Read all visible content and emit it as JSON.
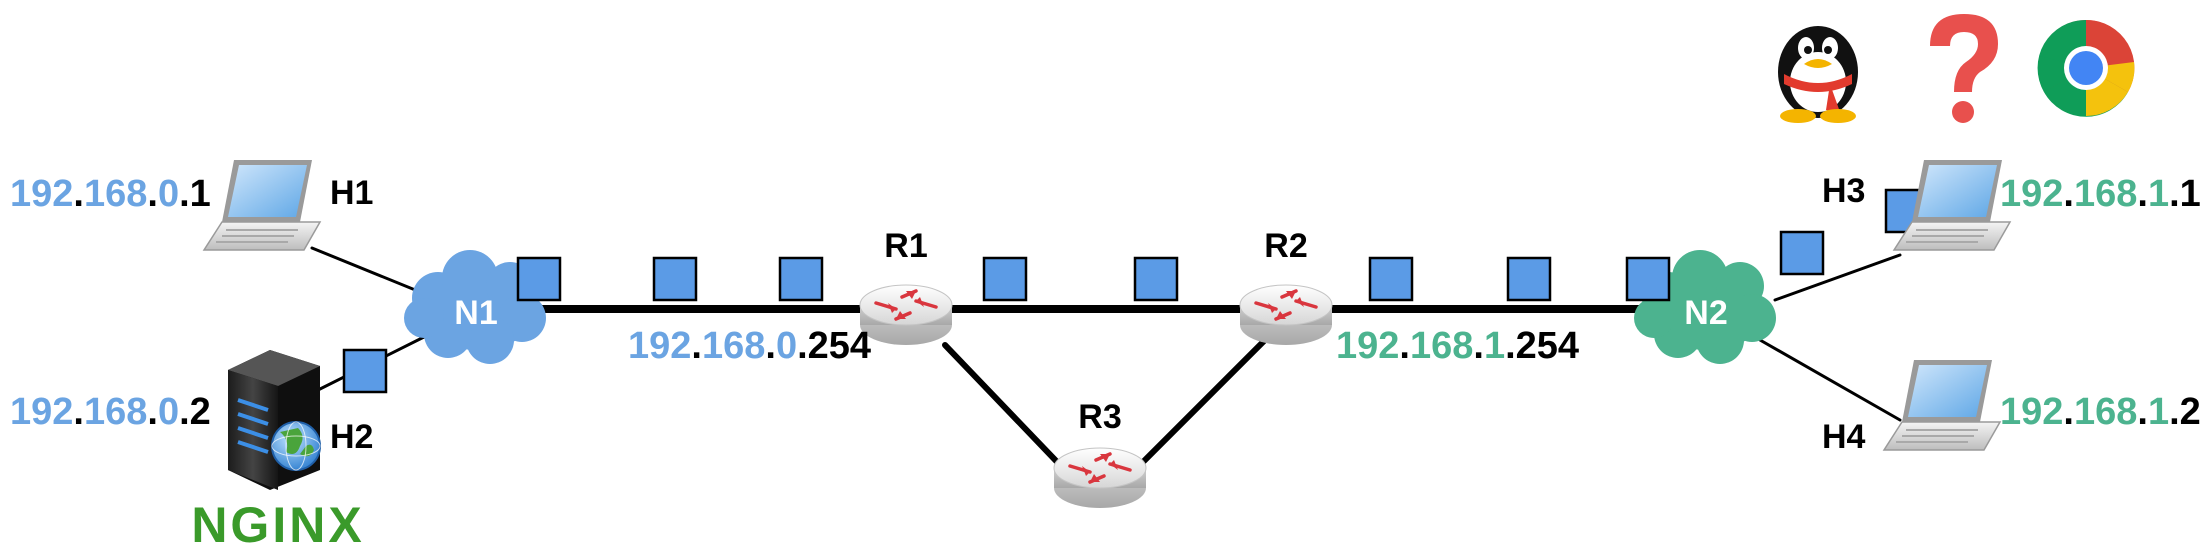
{
  "colors": {
    "net1": "#6ba4e2",
    "net2": "#4cb38f",
    "packet": "#5b9be6",
    "link": "#000000",
    "nginx": "#3a9a2a",
    "help": "#e8504d"
  },
  "hosts": {
    "h1": {
      "label": "H1",
      "ip": [
        "192",
        "168",
        "0",
        "1"
      ]
    },
    "h2": {
      "label": "H2",
      "ip": [
        "192",
        "168",
        "0",
        "2"
      ]
    },
    "h3": {
      "label": "H3",
      "ip": [
        "192",
        "168",
        "1",
        "1"
      ]
    },
    "h4": {
      "label": "H4",
      "ip": [
        "192",
        "168",
        "1",
        "2"
      ]
    }
  },
  "networks": {
    "n1": {
      "label": "N1"
    },
    "n2": {
      "label": "N2"
    }
  },
  "routers": {
    "r1": {
      "label": "R1",
      "ip": [
        "192",
        "168",
        "0",
        "254"
      ]
    },
    "r2": {
      "label": "R2",
      "ip": [
        "192",
        "168",
        "1",
        "254"
      ]
    },
    "r3": {
      "label": "R3"
    }
  },
  "server_logo": "NGINX",
  "icons": [
    "penguin-icon",
    "question-mark-icon",
    "chrome-icon"
  ]
}
